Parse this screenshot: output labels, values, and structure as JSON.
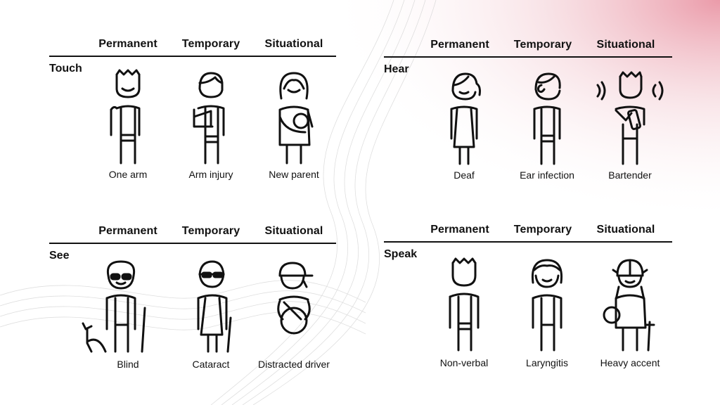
{
  "colors": {
    "ink": "#111111",
    "accent_wash": "#e79aa6"
  },
  "quadrants": [
    {
      "id": "touch",
      "label": "Touch",
      "headers": [
        "Permanent",
        "Temporary",
        "Situational"
      ],
      "cells": [
        {
          "caption": "One arm",
          "icon": "person-one-arm-icon"
        },
        {
          "caption": "Arm injury",
          "icon": "person-arm-sling-icon"
        },
        {
          "caption": "New parent",
          "icon": "person-holding-baby-icon"
        }
      ]
    },
    {
      "id": "hear",
      "label": "Hear",
      "headers": [
        "Permanent",
        "Temporary",
        "Situational"
      ],
      "cells": [
        {
          "caption": "Deaf",
          "icon": "person-deaf-icon"
        },
        {
          "caption": "Ear infection",
          "icon": "person-ear-infection-icon"
        },
        {
          "caption": "Bartender",
          "icon": "person-bartender-noise-icon"
        }
      ]
    },
    {
      "id": "see",
      "label": "See",
      "headers": [
        "Permanent",
        "Temporary",
        "Situational"
      ],
      "cells": [
        {
          "caption": "Blind",
          "icon": "person-blind-with-dog-icon"
        },
        {
          "caption": "Cataract",
          "icon": "person-cataract-cane-icon"
        },
        {
          "caption": "Distracted driver",
          "icon": "person-distracted-driver-icon"
        }
      ]
    },
    {
      "id": "speak",
      "label": "Speak",
      "headers": [
        "Permanent",
        "Temporary",
        "Situational"
      ],
      "cells": [
        {
          "caption": "Non-verbal",
          "icon": "person-non-verbal-icon"
        },
        {
          "caption": "Laryngitis",
          "icon": "person-laryngitis-icon"
        },
        {
          "caption": "Heavy accent",
          "icon": "person-heavy-accent-icon"
        }
      ]
    }
  ]
}
